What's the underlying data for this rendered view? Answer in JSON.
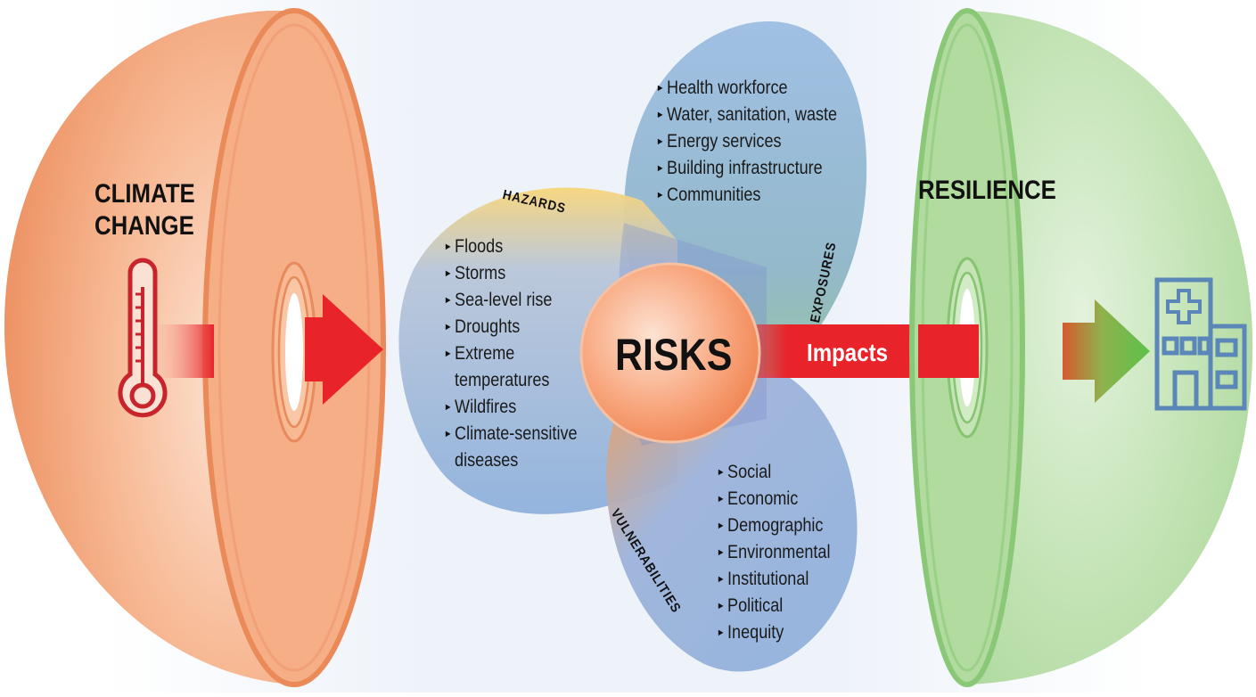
{
  "left_hemisphere": {
    "title_line1": "CLIMATE",
    "title_line2": "CHANGE",
    "icon": "thermometer-icon"
  },
  "right_hemisphere": {
    "title": "RESILIENCE",
    "icon": "hospital-icon"
  },
  "center": {
    "title": "RISKS"
  },
  "impacts_label": "Impacts",
  "petals": {
    "hazards": {
      "label": "HAZARDS",
      "items": [
        "Floods",
        "Storms",
        "Sea-level rise",
        "Droughts",
        "Extreme",
        "temperatures",
        "Wildfires",
        "Climate-sensitive",
        "diseases"
      ]
    },
    "exposures": {
      "label": "EXPOSURES",
      "items": [
        "Health workforce",
        "Water, sanitation, waste",
        "Energy services",
        "Building infrastructure",
        "Communities"
      ]
    },
    "vulnerabilities": {
      "label": "VULNERABILITIES",
      "items": [
        "Social",
        "Economic",
        "Demographic",
        "Environmental",
        "Institutional",
        "Political",
        "Inequity"
      ]
    }
  },
  "colors": {
    "orange": "#f4a27a",
    "orange_dark": "#e8804f",
    "blue": "#8fb1dc",
    "green": "#a9d69a",
    "green_dark": "#7fc06c",
    "red": "#e8232a",
    "hospital": "#5a86b8"
  }
}
